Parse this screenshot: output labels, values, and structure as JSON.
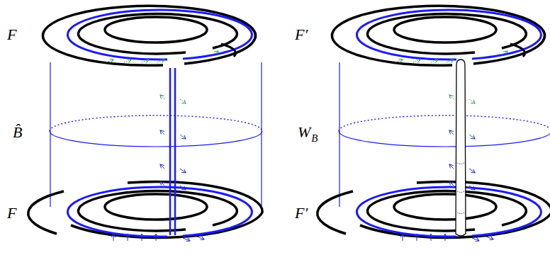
{
  "diagram": {
    "labels": [
      "F",
      "B̂",
      "F",
      "F′",
      "W",
      "B",
      "F′"
    ]
  }
}
